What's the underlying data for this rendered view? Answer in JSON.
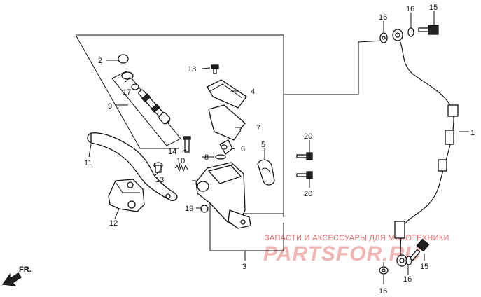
{
  "callouts": [
    {
      "id": "c1",
      "text": "1"
    },
    {
      "id": "c2",
      "text": "2"
    },
    {
      "id": "c3",
      "text": "3"
    },
    {
      "id": "c4",
      "text": "4"
    },
    {
      "id": "c5",
      "text": "5"
    },
    {
      "id": "c6",
      "text": "6"
    },
    {
      "id": "c7",
      "text": "7"
    },
    {
      "id": "c8",
      "text": "8"
    },
    {
      "id": "c9",
      "text": "9"
    },
    {
      "id": "c10",
      "text": "10"
    },
    {
      "id": "c11",
      "text": "11"
    },
    {
      "id": "c12",
      "text": "12"
    },
    {
      "id": "c13",
      "text": "13"
    },
    {
      "id": "c14",
      "text": "14"
    },
    {
      "id": "c15a",
      "text": "15"
    },
    {
      "id": "c15b",
      "text": "15"
    },
    {
      "id": "c16a",
      "text": "16"
    },
    {
      "id": "c16b",
      "text": "16"
    },
    {
      "id": "c16c",
      "text": "16"
    },
    {
      "id": "c16d",
      "text": "16"
    },
    {
      "id": "c17",
      "text": "17"
    },
    {
      "id": "c18",
      "text": "18"
    },
    {
      "id": "c19",
      "text": "19"
    },
    {
      "id": "c20a",
      "text": "20"
    },
    {
      "id": "c20b",
      "text": "20"
    }
  ],
  "direction_label": "FR.",
  "watermark": {
    "line1": "ЗАПАСТИ И АКСЕССУАРЫ ДЛЯ МОТОТЕХНИКИ",
    "line2": "PARTSFOR.RU"
  },
  "colors": {
    "ink": "#111111",
    "watermark_text": "#e26a6a",
    "watermark_logo": "#f2b3b3"
  }
}
